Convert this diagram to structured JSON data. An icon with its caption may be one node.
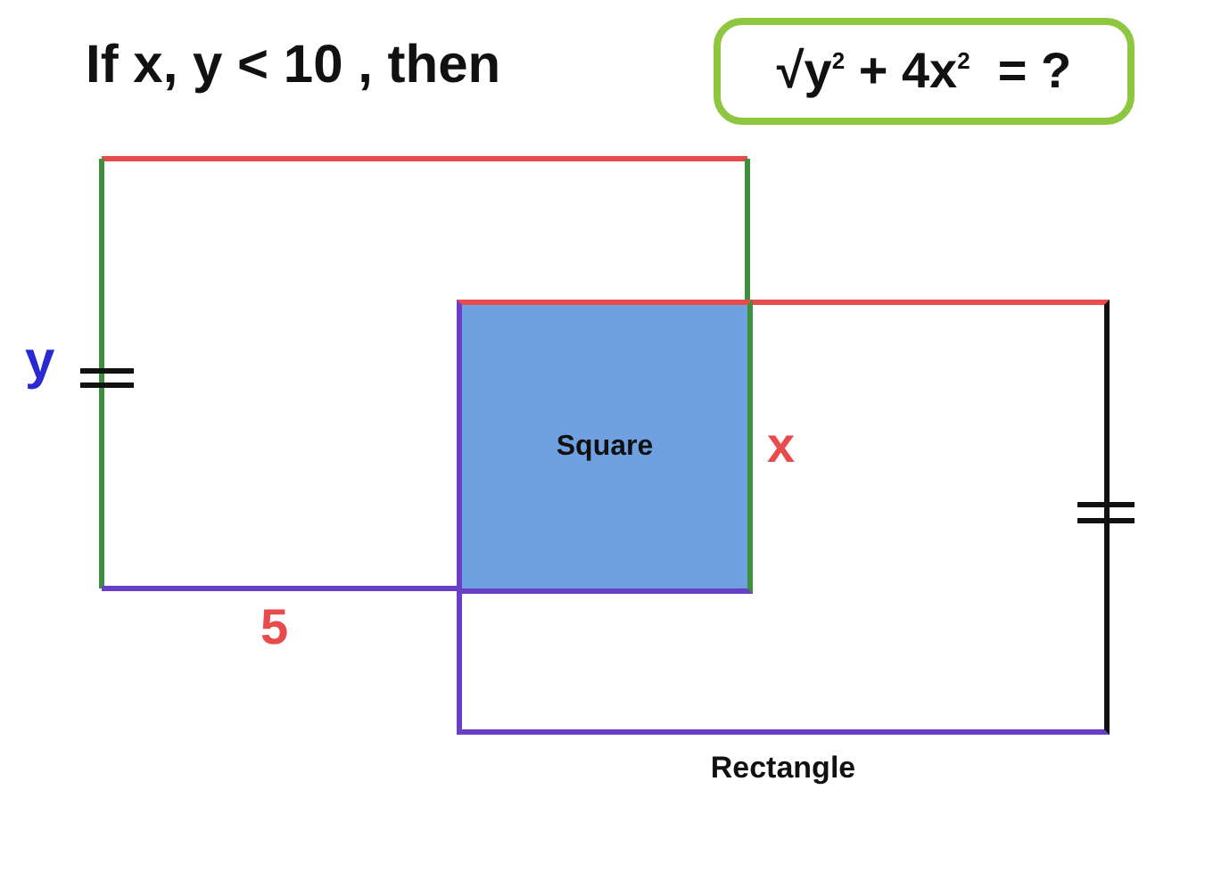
{
  "diagram": {
    "title": "If x, y < 10 , then",
    "nodes": [
      {
        "text": [
          "√y$^{2}$ + 4x$^{2}$  = ?"
        ]
      },
      {
        "text": [
          "Rectangle"
        ]
      },
      {
        "text": [
          "Square"
        ],
        "in": 1
      }
    ],
    "labels": [
      "y",
      "x",
      "5"
    ]
  }
}
